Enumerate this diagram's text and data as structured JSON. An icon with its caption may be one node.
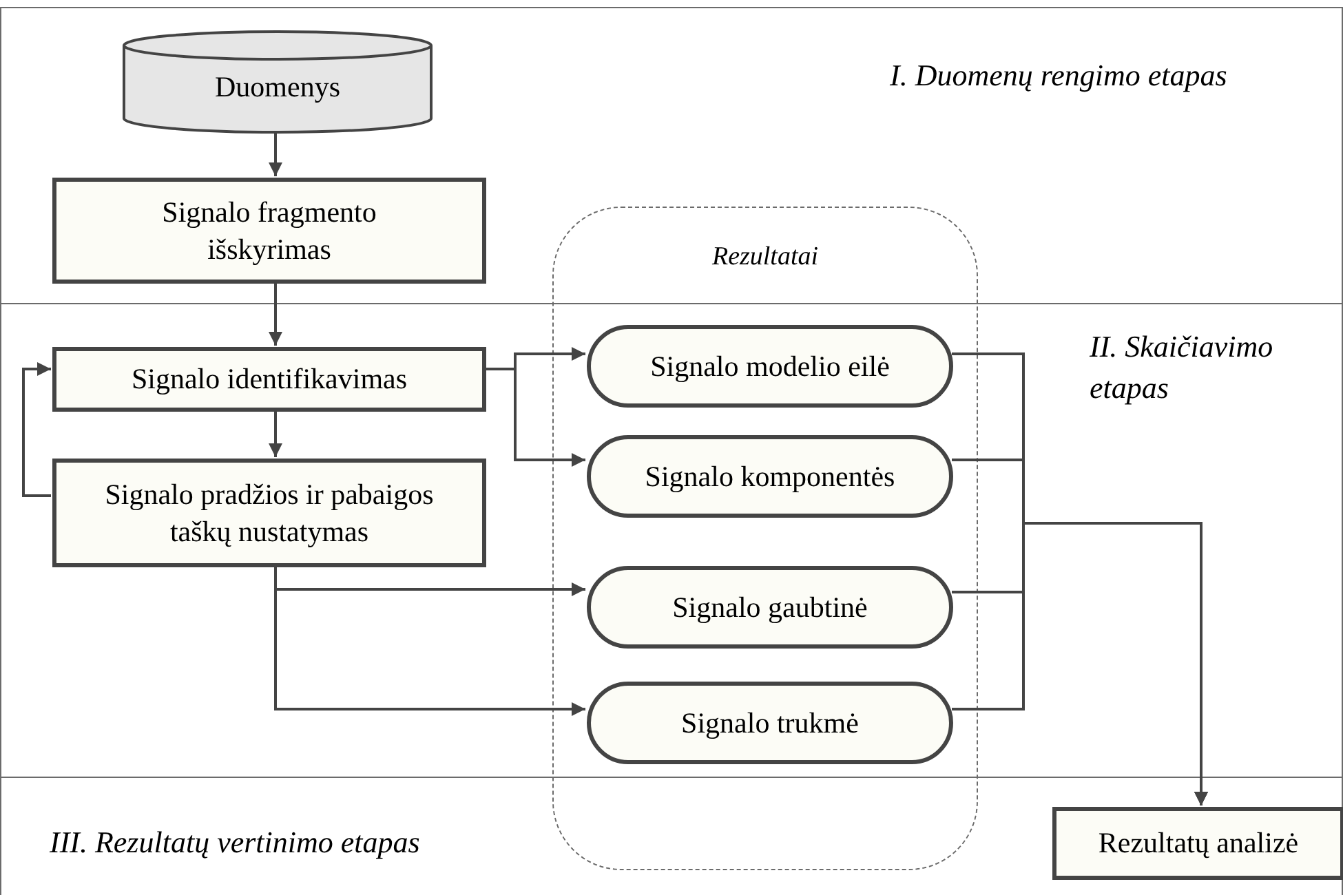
{
  "diagram": {
    "nodes": [
      {
        "text": [
          "I. Duomenų rengimo etapas"
        ]
      },
      {
        "text": [
          "Duomenys"
        ],
        "in": 0
      },
      {
        "text": [
          "Signalo fragmento išskyrimas"
        ],
        "in": 0
      },
      {
        "text": [
          "II. Skaičiavimo etapas"
        ]
      },
      {
        "text": [
          "Signalo identifikavimas"
        ],
        "in": 3
      },
      {
        "text": [
          "Signalo pradžios ir pabaigos taškų nustatymas"
        ],
        "in": 3
      },
      {
        "text": [
          "III. Rezultatų vertinimo etapas"
        ]
      },
      {
        "text": [
          "Rezultatų analizė"
        ],
        "in": 6
      },
      {
        "text": [
          "Signalo modelio eilė"
        ],
        "in": 3
      },
      {
        "text": [
          "Signalo komponentės"
        ],
        "in": 3
      },
      {
        "text": [
          "Signalo gaubtinė"
        ],
        "in": 3
      },
      {
        "text": [
          "Signalo trukmė"
        ],
        "in": 3
      }
    ],
    "edges": [
      {
        "from": 1,
        "to": 2,
        "arrow": "to"
      },
      {
        "from": 2,
        "to": 4,
        "arrow": "to"
      },
      {
        "from": 4,
        "to": 5,
        "arrow": "to"
      },
      {
        "from": 5,
        "to": 4,
        "arrow": "to"
      },
      {
        "from": 4,
        "to": 8,
        "arrow": "to"
      },
      {
        "from": 4,
        "to": 9,
        "arrow": "to"
      },
      {
        "from": 5,
        "to": 10,
        "arrow": "to"
      },
      {
        "from": 5,
        "to": 11,
        "arrow": "to"
      },
      {
        "from": 8,
        "to": 7,
        "arrow": "to"
      },
      {
        "from": 9,
        "to": 7,
        "arrow": "to"
      },
      {
        "from": 10,
        "to": 7,
        "arrow": "to"
      },
      {
        "from": 11,
        "to": 7,
        "arrow": "to"
      }
    ],
    "labels": [
      "Rezultatai"
    ]
  }
}
